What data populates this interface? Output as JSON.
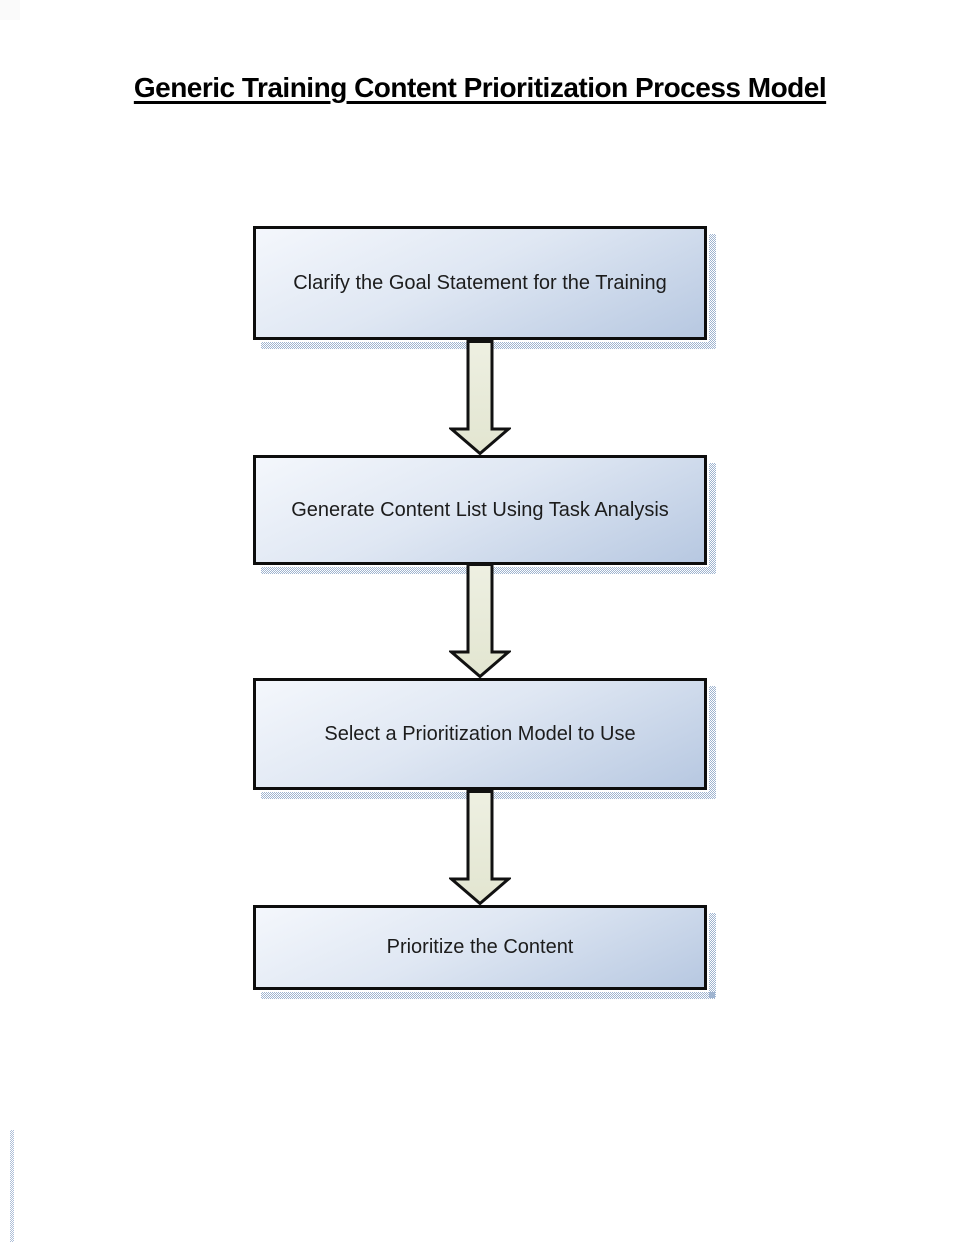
{
  "title": "Generic Training Content Prioritization Process Model",
  "steps": [
    {
      "label": "Clarify the Goal Statement for the Training"
    },
    {
      "label": "Generate Content List Using Task Analysis"
    },
    {
      "label": "Select a Prioritization Model to Use"
    },
    {
      "label": "Prioritize the Content"
    }
  ],
  "connectors": [
    {
      "from": 1,
      "to": 2,
      "type": "block-arrow-down"
    },
    {
      "from": 2,
      "to": 3,
      "type": "block-arrow-down"
    },
    {
      "from": 3,
      "to": 4,
      "type": "block-arrow-down"
    }
  ],
  "colors": {
    "box_border": "#0d0d0d",
    "box_fill_light": "#f4f7fc",
    "box_fill_dark": "#b7c8e1",
    "arrow_fill_light": "#eef0e2",
    "arrow_fill_dark": "#e2e5d0",
    "arrow_border": "#111111",
    "shadow_stipple": "#9fb4d0",
    "text": "#1c1c1c",
    "title_text": "#000000"
  }
}
